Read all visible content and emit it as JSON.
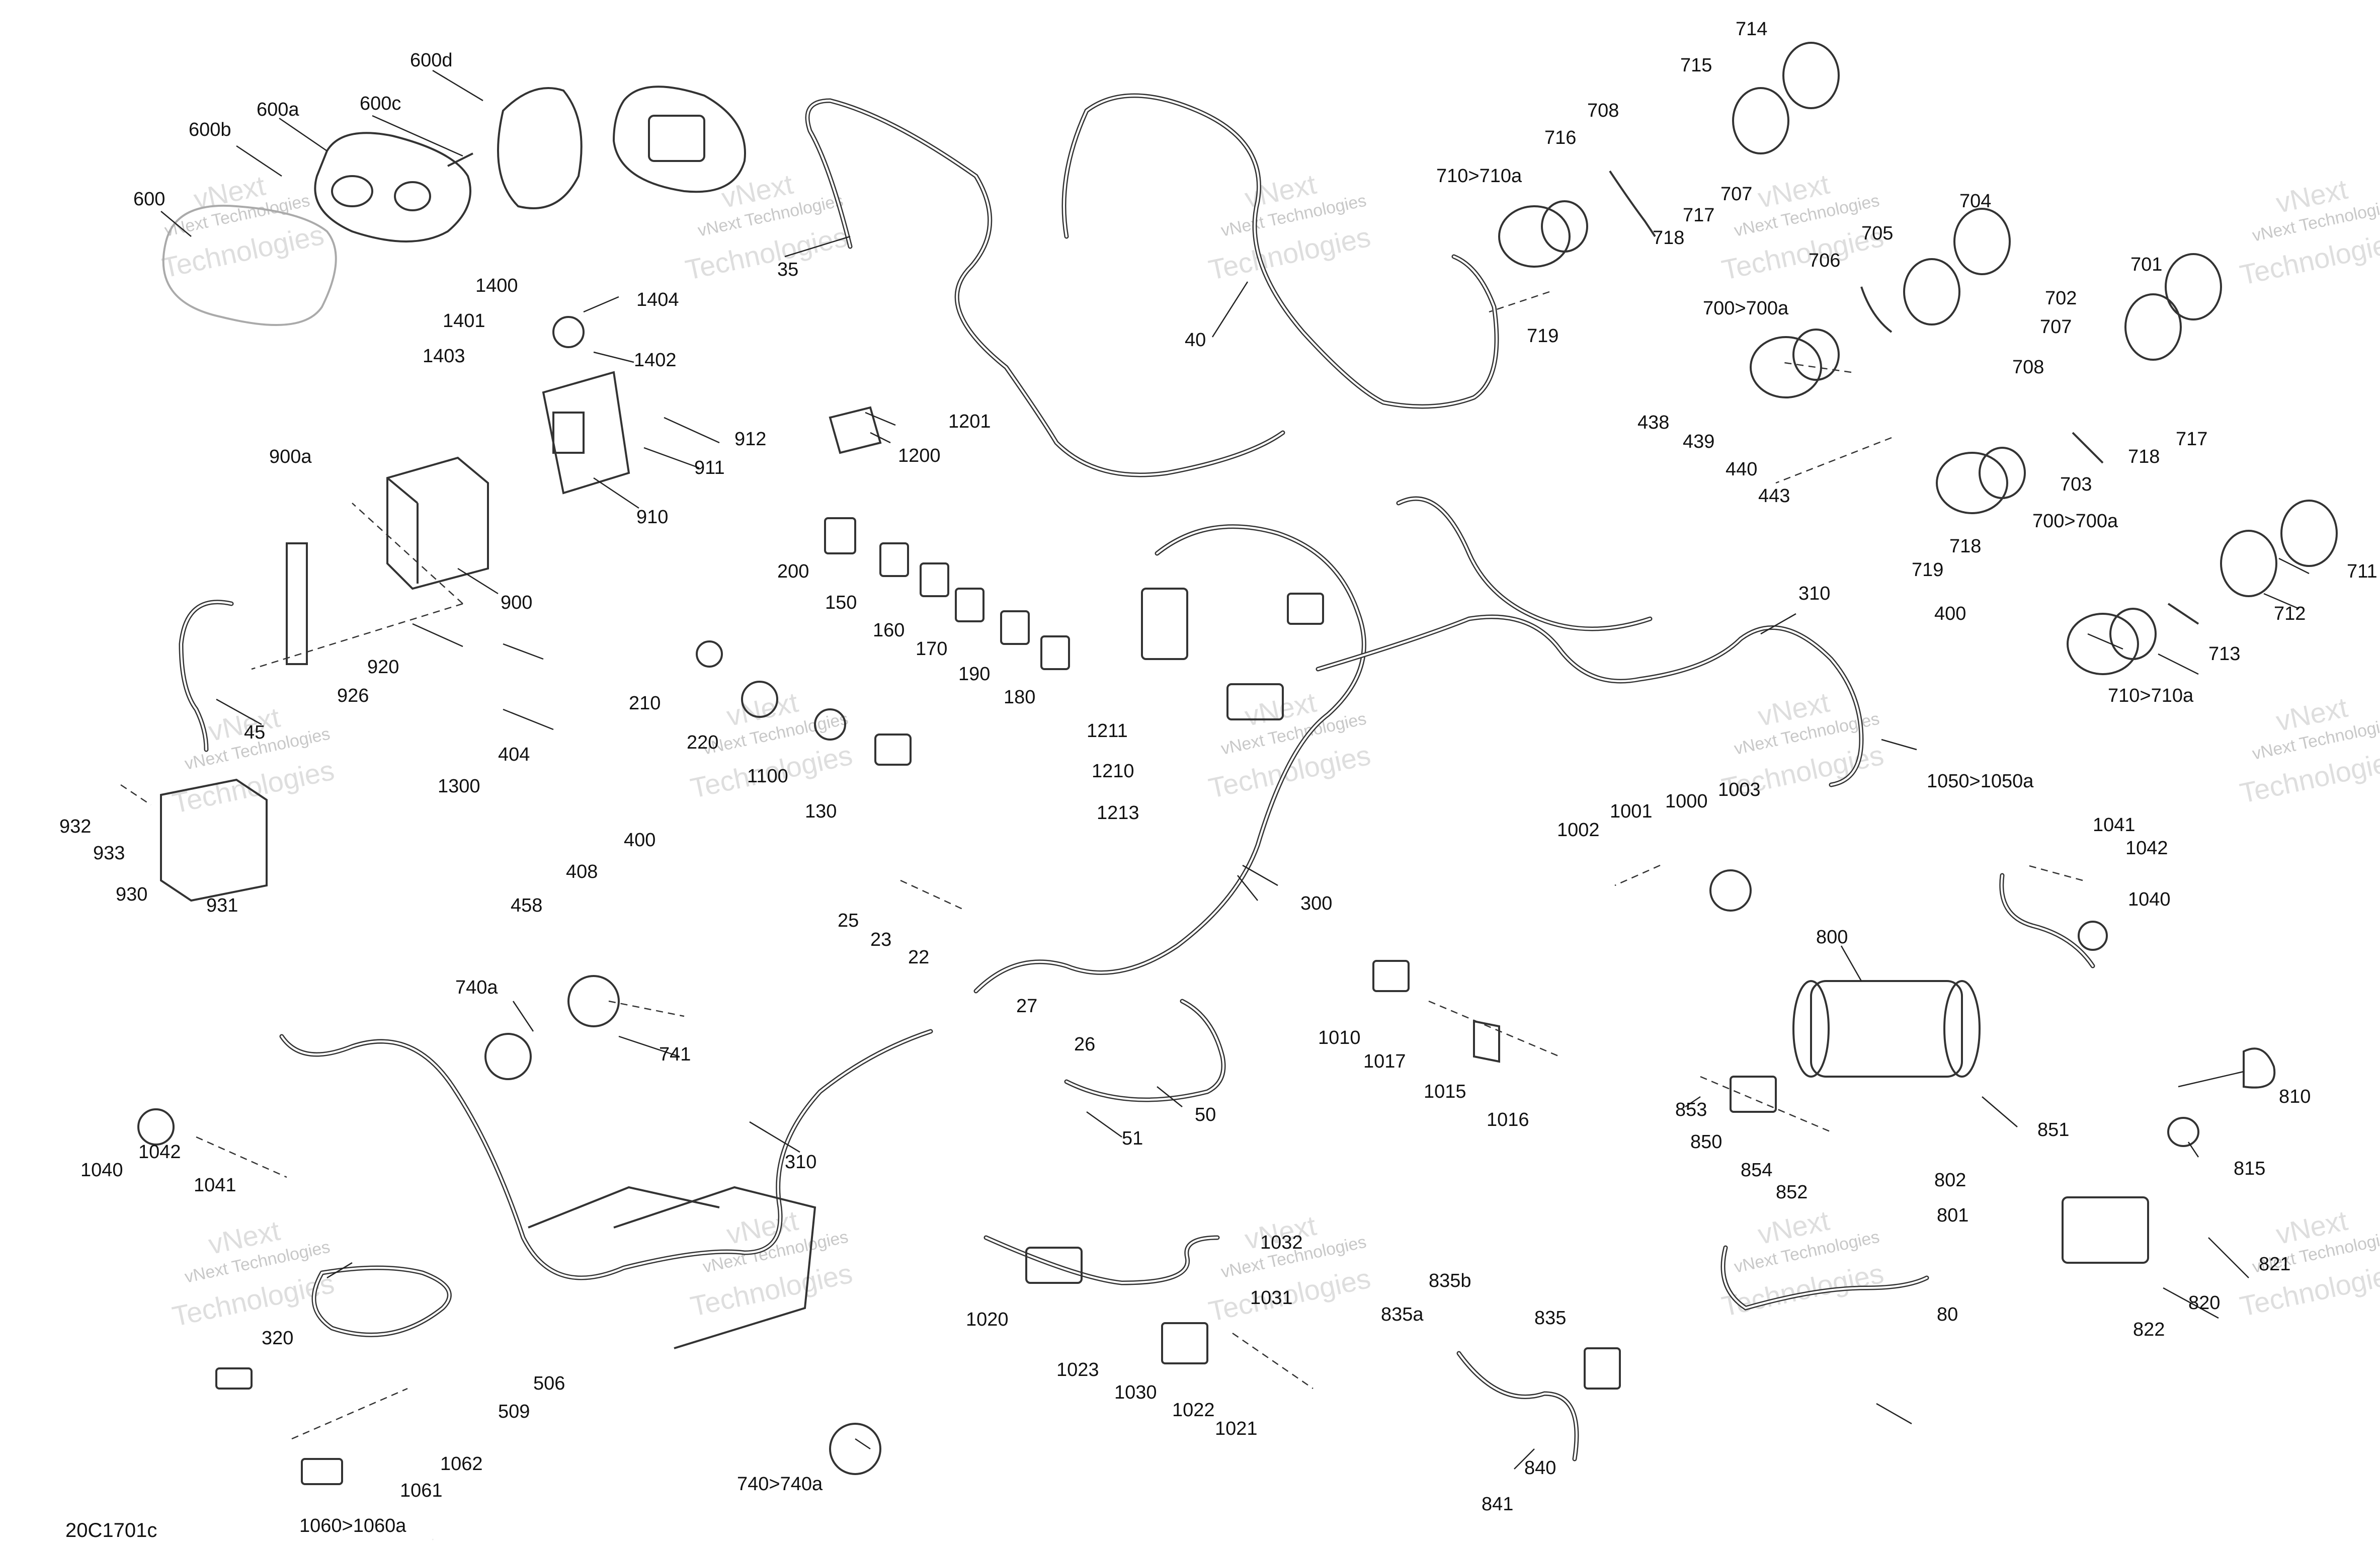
{
  "diagram": {
    "reference": "20C1701c",
    "watermark_line1": "vNext Technologies",
    "watermark_line2": "vNext",
    "watermark_line3": "Technologies"
  },
  "callouts": [
    "600d",
    "600a",
    "600c",
    "600b",
    "600",
    "35",
    "40",
    "714",
    "715",
    "708",
    "716",
    "710>710a",
    "707",
    "717",
    "718",
    "704",
    "705",
    "706",
    "700>700a",
    "719",
    "701",
    "702",
    "707",
    "708",
    "718",
    "717",
    "703",
    "700>700a",
    "718",
    "719",
    "711",
    "712",
    "713",
    "710>710a",
    "400",
    "1400",
    "1404",
    "1401",
    "1402",
    "1403",
    "1201",
    "1200",
    "912",
    "911",
    "910",
    "900a",
    "900",
    "920",
    "926",
    "45",
    "200",
    "150",
    "160",
    "170",
    "190",
    "180",
    "210",
    "220",
    "1100",
    "130",
    "438",
    "439",
    "440",
    "443",
    "310",
    "1211",
    "1210",
    "1213",
    "300",
    "932",
    "933",
    "930",
    "931",
    "1300",
    "404",
    "400",
    "408",
    "458",
    "25",
    "23",
    "22",
    "27",
    "26",
    "51",
    "50",
    "1002",
    "1001",
    "1000",
    "1003",
    "1050>1050a",
    "1041",
    "1042",
    "1040",
    "740a",
    "741",
    "1010",
    "1017",
    "1015",
    "1016",
    "800",
    "853",
    "850",
    "854",
    "852",
    "851",
    "802",
    "801",
    "810",
    "815",
    "1040",
    "1042",
    "1041",
    "310",
    "320",
    "506",
    "509",
    "1062",
    "1061",
    "1060>1060a",
    "740>740a",
    "1020",
    "1032",
    "1031",
    "1023",
    "1030",
    "1022",
    "1021",
    "835b",
    "835",
    "835a",
    "840",
    "841",
    "80",
    "821",
    "820",
    "822"
  ]
}
